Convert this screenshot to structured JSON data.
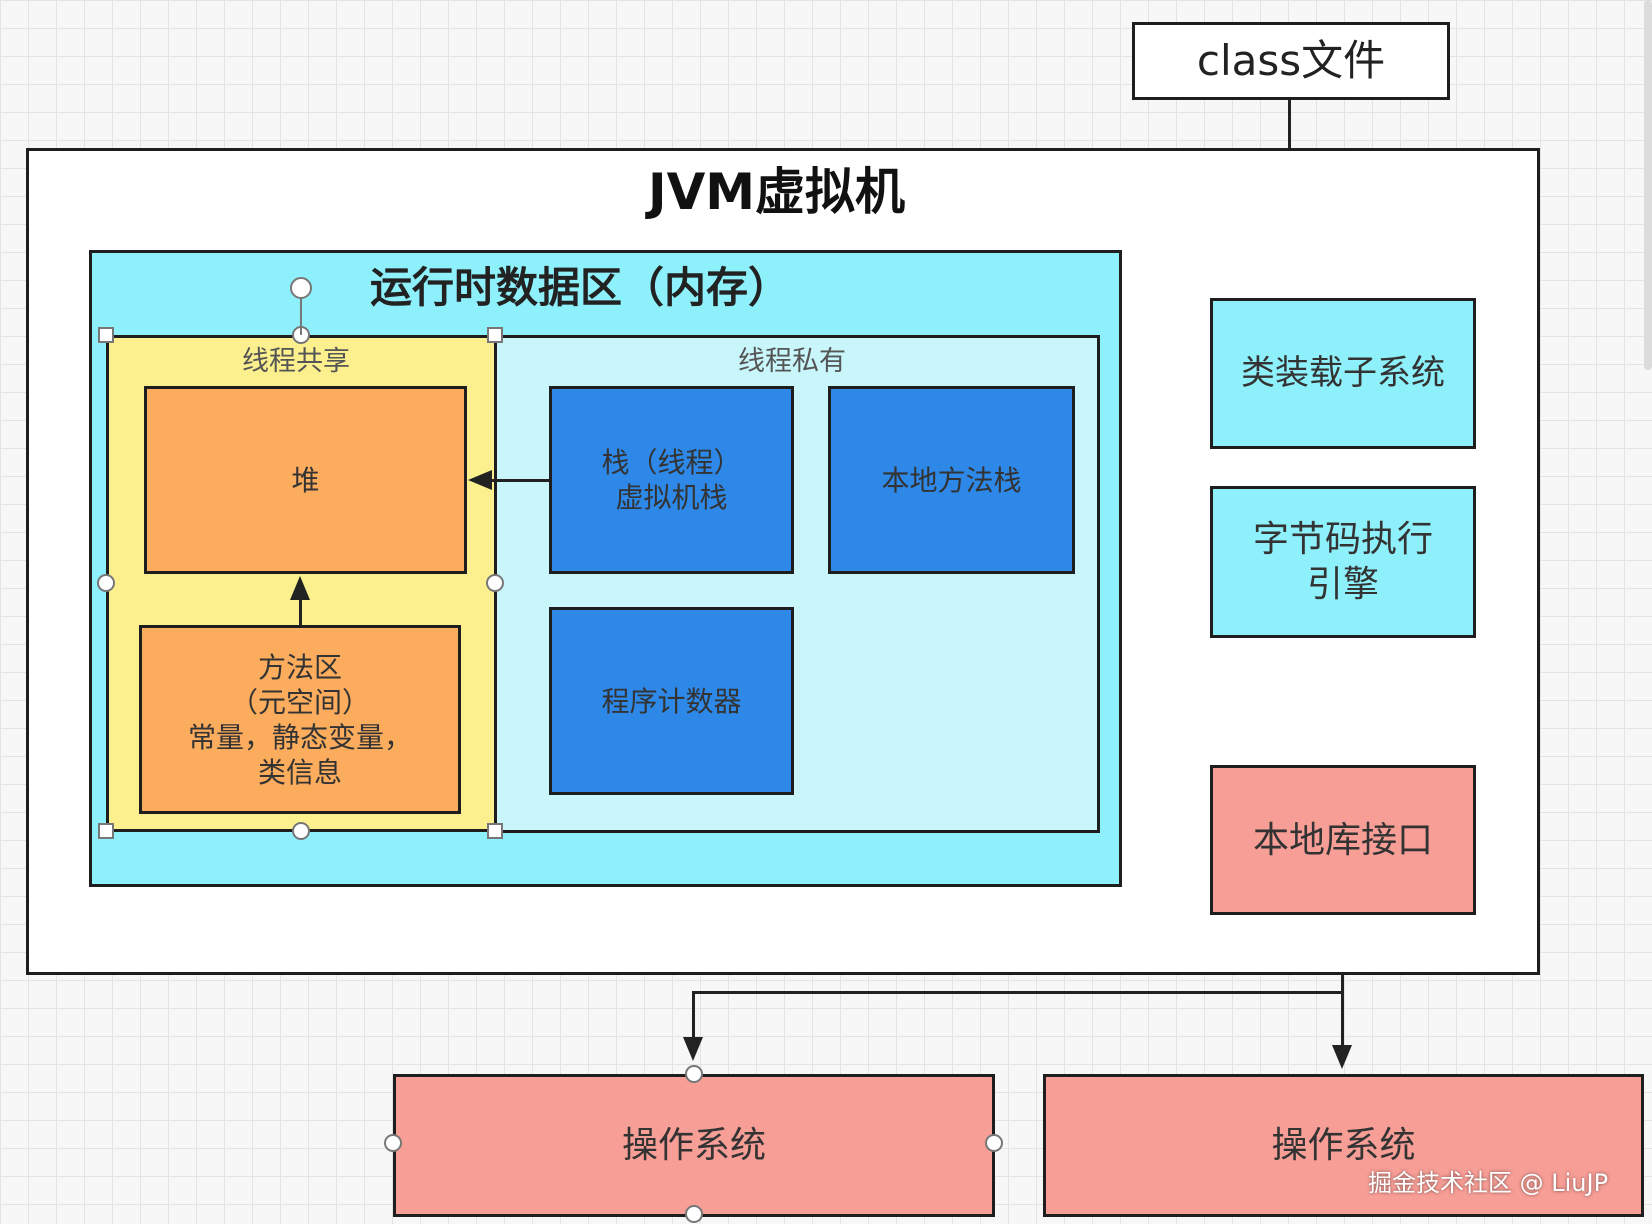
{
  "class_file": "class文件",
  "jvm": {
    "title": "JVM虚拟机"
  },
  "runtime_area": {
    "title": "运行时数据区（内存）",
    "shared": {
      "label": "线程共享",
      "heap": "堆",
      "method_area": "方法区\n（元空间）\n常量，静态变量，\n类信息"
    },
    "private": {
      "label": "线程私有",
      "stack": "栈（线程）\n虚拟机栈",
      "native_stack": "本地方法栈",
      "pc_register": "程序计数器"
    }
  },
  "class_loader": "类装载子系统",
  "bytecode_engine": "字节码执行\n引擎",
  "native_interface": "本地库接口",
  "os_left": "操作系统",
  "os_right": "操作系统",
  "watermark": "掘金技术社区 @ LiuJP",
  "colors": {
    "cyan": "#8ef0fa",
    "light_cyan": "#c8f6fb",
    "yellow": "#fbef8e",
    "orange": "#fbac5c",
    "blue": "#2d88e8",
    "salmon": "#f79e96"
  }
}
